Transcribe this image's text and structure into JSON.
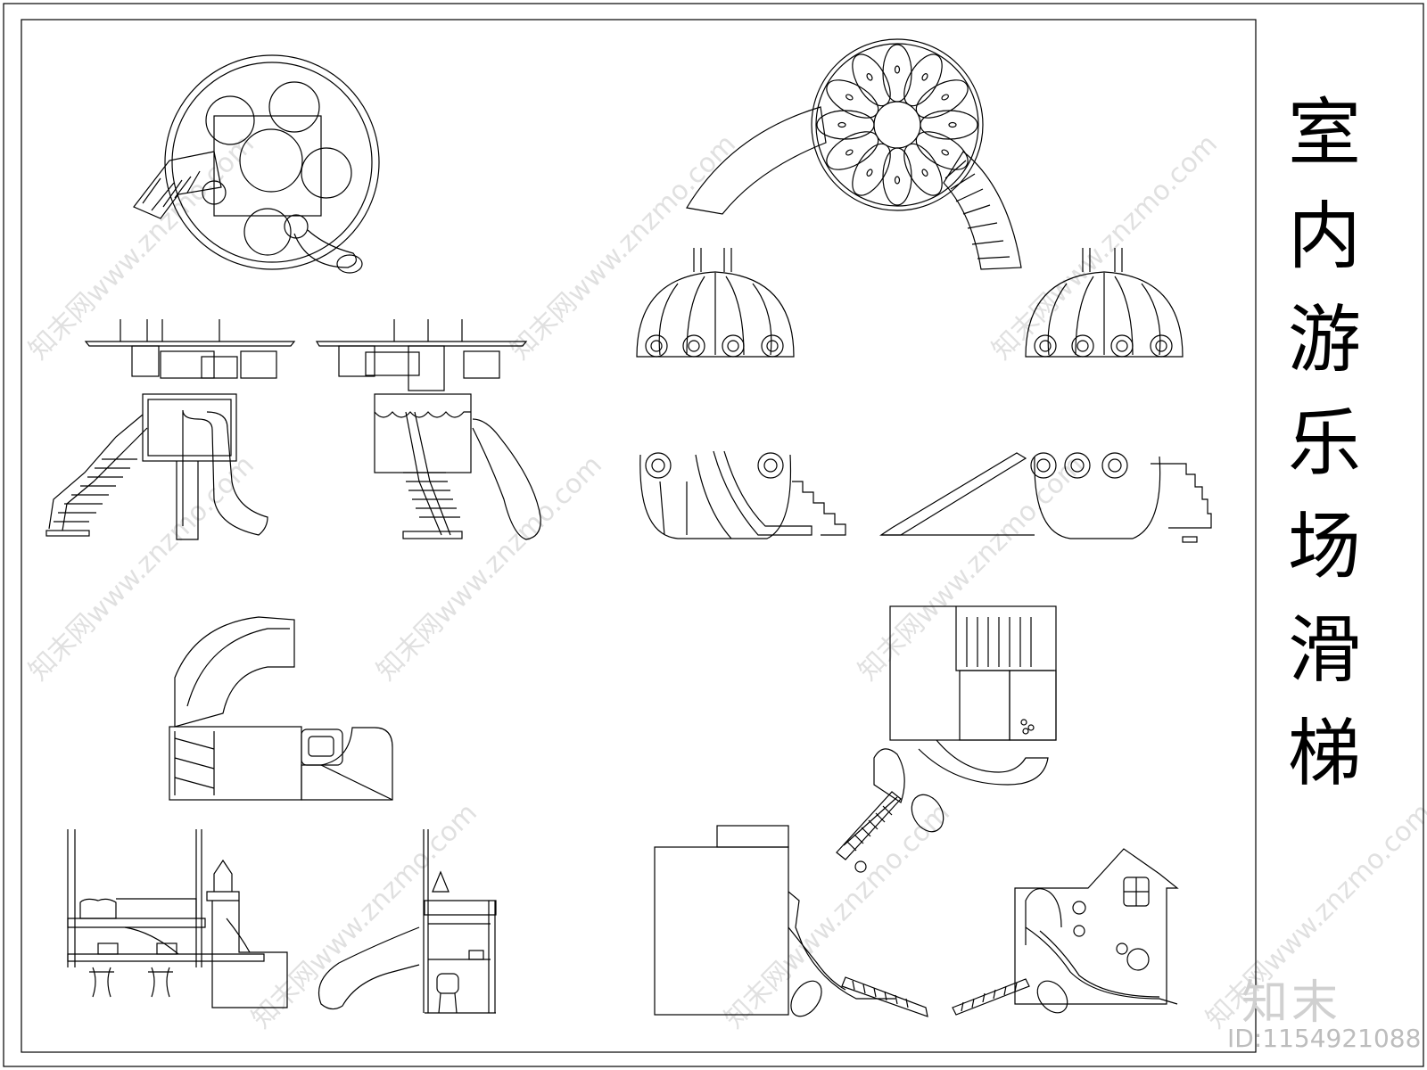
{
  "title": [
    "室",
    "内",
    "游",
    "乐",
    "场",
    "滑",
    "梯"
  ],
  "watermark": "知末网www.znzmo.com",
  "logo_text": "知末",
  "id_text": "ID:1154921088",
  "colors": {
    "line": "#000000",
    "watermark": "#bdbdbd"
  }
}
